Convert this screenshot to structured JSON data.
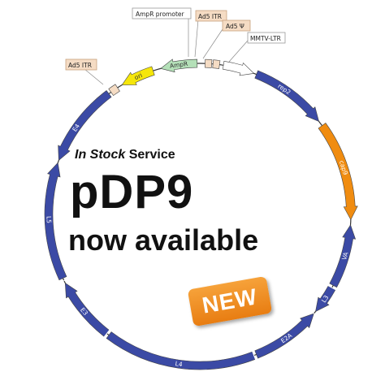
{
  "labels": {
    "ampr_promoter": "AmpR promoter",
    "ad5_itr_top": "Ad5 ITR",
    "ad5_psi": "Ad5 Ψ",
    "mmtv_ltr": "MMTV-LTR",
    "ad5_itr_left": "Ad5 ITR"
  },
  "features": {
    "ori": "ori",
    "ampr": "AmpR",
    "rep2": "rep2",
    "cap9": "cap9",
    "va": "VA",
    "l3": "L3",
    "e2a": "E2A",
    "l4": "L4",
    "e3": "E3",
    "l5": "L5",
    "e4": "E4"
  },
  "colors": {
    "ring_blue": "#3b4aa5",
    "cap_orange": "#f08c10",
    "ori_yellow": "#f5e60a",
    "ampr_green": "#b4e0b8",
    "itr_tan": "#f5dcc4",
    "badge_orange": "#f08c10"
  },
  "service": {
    "italic": "In Stock",
    "rest": "Service"
  },
  "product_name": "pDP9",
  "availability": "now available",
  "badge": "NEW"
}
